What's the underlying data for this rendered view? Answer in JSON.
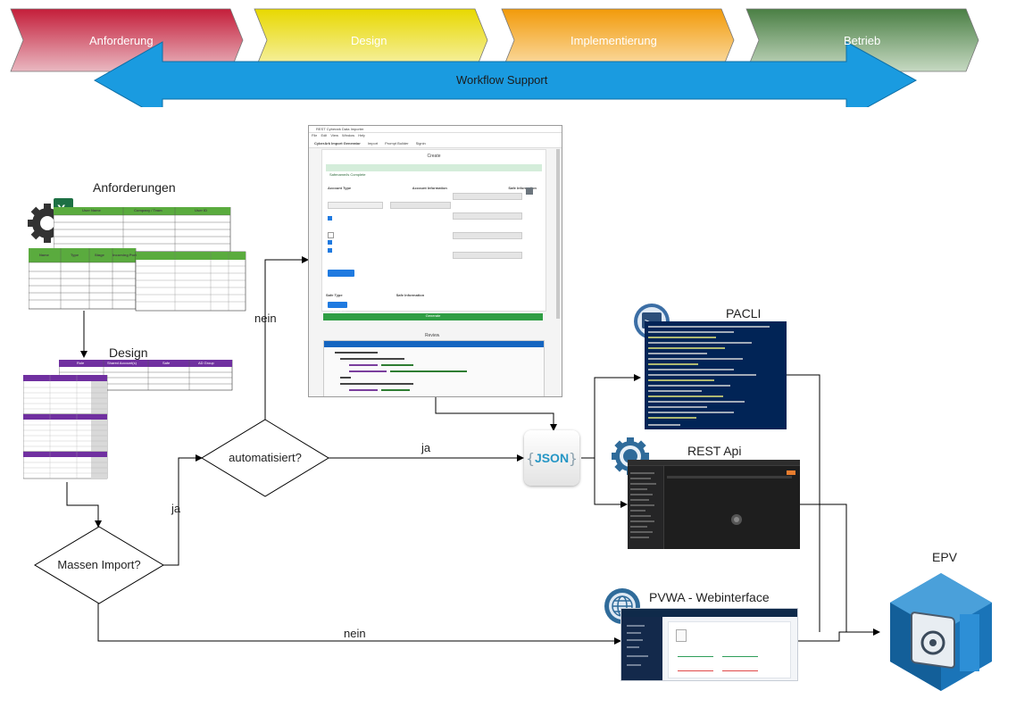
{
  "phases": [
    {
      "label": "Anforderung",
      "color": "#b3102b"
    },
    {
      "label": "Design",
      "color": "#e5d400"
    },
    {
      "label": "Implementierung",
      "color": "#ef9b08"
    },
    {
      "label": "Betrieb",
      "color": "#3f7d3a"
    }
  ],
  "workflow_support": "Workflow Support",
  "sections": {
    "anforderungen": "Anforderungen",
    "design": "Design",
    "pacli": "PACLI",
    "rest_api": "REST Api",
    "pvwa": "PVWA - Webinterface",
    "epv": "EPV"
  },
  "decisions": {
    "massen_import": "Massen Import?",
    "automatisiert": "automatisiert?"
  },
  "edge_labels": {
    "ja_massen": "ja",
    "nein_massen": "nein",
    "ja_auto": "ja",
    "nein_auto": "nein"
  },
  "json_icon": {
    "brace_left": "{",
    "text": "JSON",
    "brace_right": "}"
  },
  "import_window": {
    "title": "REST Cyberark Data Importer",
    "menu": [
      "File",
      "Edit",
      "View",
      "Window",
      "Help"
    ],
    "tabs": [
      "CyberArk Import Generator",
      "Import",
      "Prompt Builder",
      "Signin"
    ],
    "create_label": "Create",
    "success": "Safename/is Complete",
    "columns": [
      "Account Type",
      "Account Information",
      "Safe Information"
    ],
    "buttons": [
      "+ Add Accounts",
      "+ Add Safe"
    ],
    "safe_columns": [
      "Safe Type",
      "Safe Information"
    ],
    "green_bar": "Generate",
    "review": "Review"
  },
  "excel_user_headers": [
    "User Name",
    "Company / Team",
    "User ID"
  ],
  "excel_account_headers": [
    "Name",
    "Type",
    "Stage",
    "Incoming Port"
  ],
  "design_headers": [
    "Role",
    "Shared Account(s)",
    "Safe",
    "AD Group"
  ]
}
